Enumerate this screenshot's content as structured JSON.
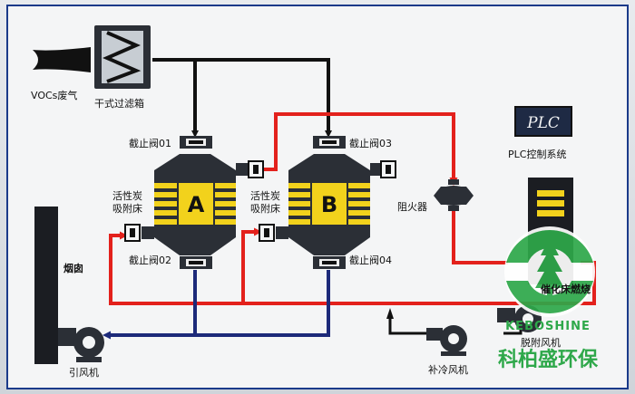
{
  "labels": {
    "vocs_gas": "VOCs废气",
    "dry_filter": "干式过滤箱",
    "valve_01": "截止阀01",
    "valve_02": "截止阀02",
    "valve_03": "截止阀03",
    "valve_04": "截止阀04",
    "bed_a_label": "活性炭\n吸附床",
    "bed_b_label": "活性炭\n吸附床",
    "bed_a_letter": "A",
    "bed_b_letter": "B",
    "flame_arrester": "阻火器",
    "chimney": "烟囱",
    "induced_fan": "引风机",
    "cooling_fan": "补冷风机",
    "desorption_fan": "脱附风机",
    "plc_box": "PLC",
    "plc_system": "PLC控制系统",
    "catalytic_bed": "催化床燃烧"
  },
  "brand": {
    "name_en": "KEBOSHINE",
    "name_cn": "科柏盛环保",
    "color": "#2ea84a"
  },
  "colors": {
    "black_line": "#111111",
    "red_line": "#e3211c",
    "blue_line": "#1d2a7a",
    "tank_dark": "#2b2f36",
    "bed_yellow": "#f2d21c"
  }
}
